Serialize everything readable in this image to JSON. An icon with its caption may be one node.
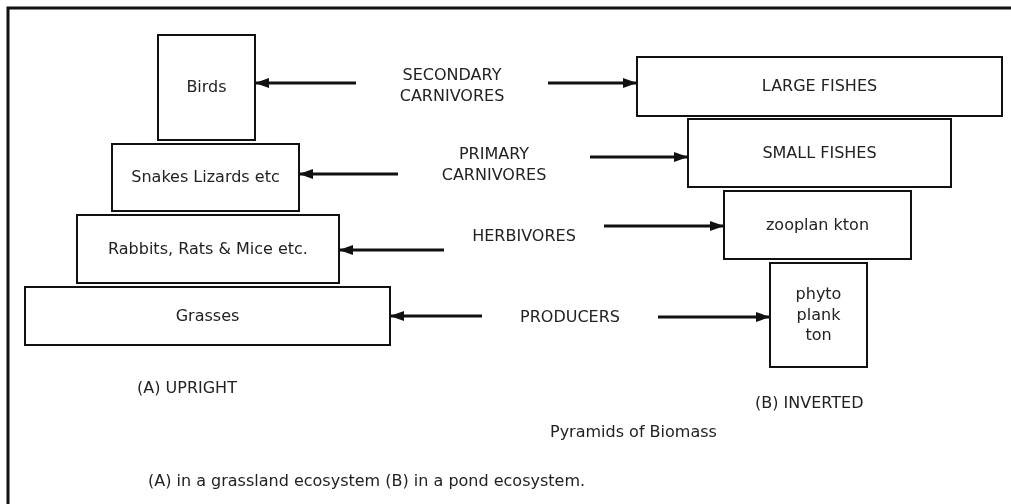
{
  "diagram": {
    "caption": "(A) in a grassland ecosystem (B) in a pond ecosystem.",
    "nodes": [
      {
        "text": [
          "Birds"
        ]
      },
      {
        "text": [
          "Snakes Lizards etc"
        ]
      },
      {
        "text": [
          "Rabbits, Rats & Mice etc."
        ]
      },
      {
        "text": [
          "Grasses"
        ]
      },
      {
        "text": [
          "LARGE FISHES"
        ]
      },
      {
        "text": [
          "SMALL FISHES"
        ]
      },
      {
        "text": [
          "zooplan kton"
        ]
      },
      {
        "text": [
          "phyto plank ton"
        ]
      },
      {
        "text": [
          "SECONDARY CARNIVORES"
        ]
      },
      {
        "text": [
          "PRIMARY CARNIVORES"
        ]
      },
      {
        "text": [
          "HERBIVORES"
        ]
      },
      {
        "text": [
          "PRODUCERS"
        ]
      }
    ],
    "edges": [
      {
        "from": 8,
        "to": 0,
        "arrow": "to"
      },
      {
        "from": 8,
        "to": 4,
        "arrow": "to"
      },
      {
        "from": 9,
        "to": 1,
        "arrow": "to"
      },
      {
        "from": 9,
        "to": 5,
        "arrow": "to"
      },
      {
        "from": 10,
        "to": 2,
        "arrow": "to"
      },
      {
        "from": 10,
        "to": 6,
        "arrow": "to"
      },
      {
        "from": 11,
        "to": 3,
        "arrow": "to"
      },
      {
        "from": 11,
        "to": 7,
        "arrow": "to"
      }
    ],
    "labels": [
      "(A) UPRIGHT",
      "(B) INVERTED",
      "Pyramids of Biomass"
    ]
  }
}
